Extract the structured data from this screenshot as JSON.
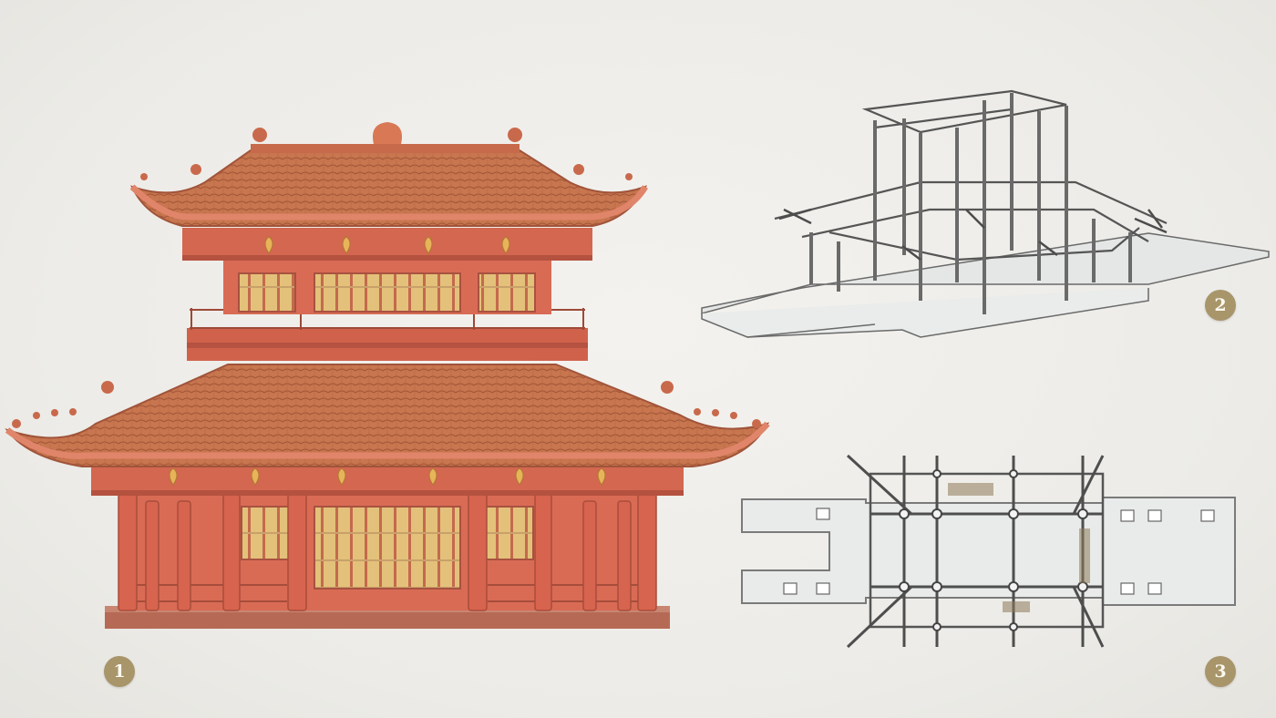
{
  "figure": {
    "badges": [
      "1",
      "2",
      "3"
    ]
  },
  "colors": {
    "badge": "#a8956a",
    "wall": "#d96b55",
    "roof": "#c8764f",
    "panel": "#e3c17a",
    "line": "#5e5e5e"
  },
  "icons": {
    "badge": "numbered-circle",
    "panel_1": "pavilion-render",
    "panel_2": "timber-frame-axonometric",
    "panel_3": "floor-plan"
  }
}
